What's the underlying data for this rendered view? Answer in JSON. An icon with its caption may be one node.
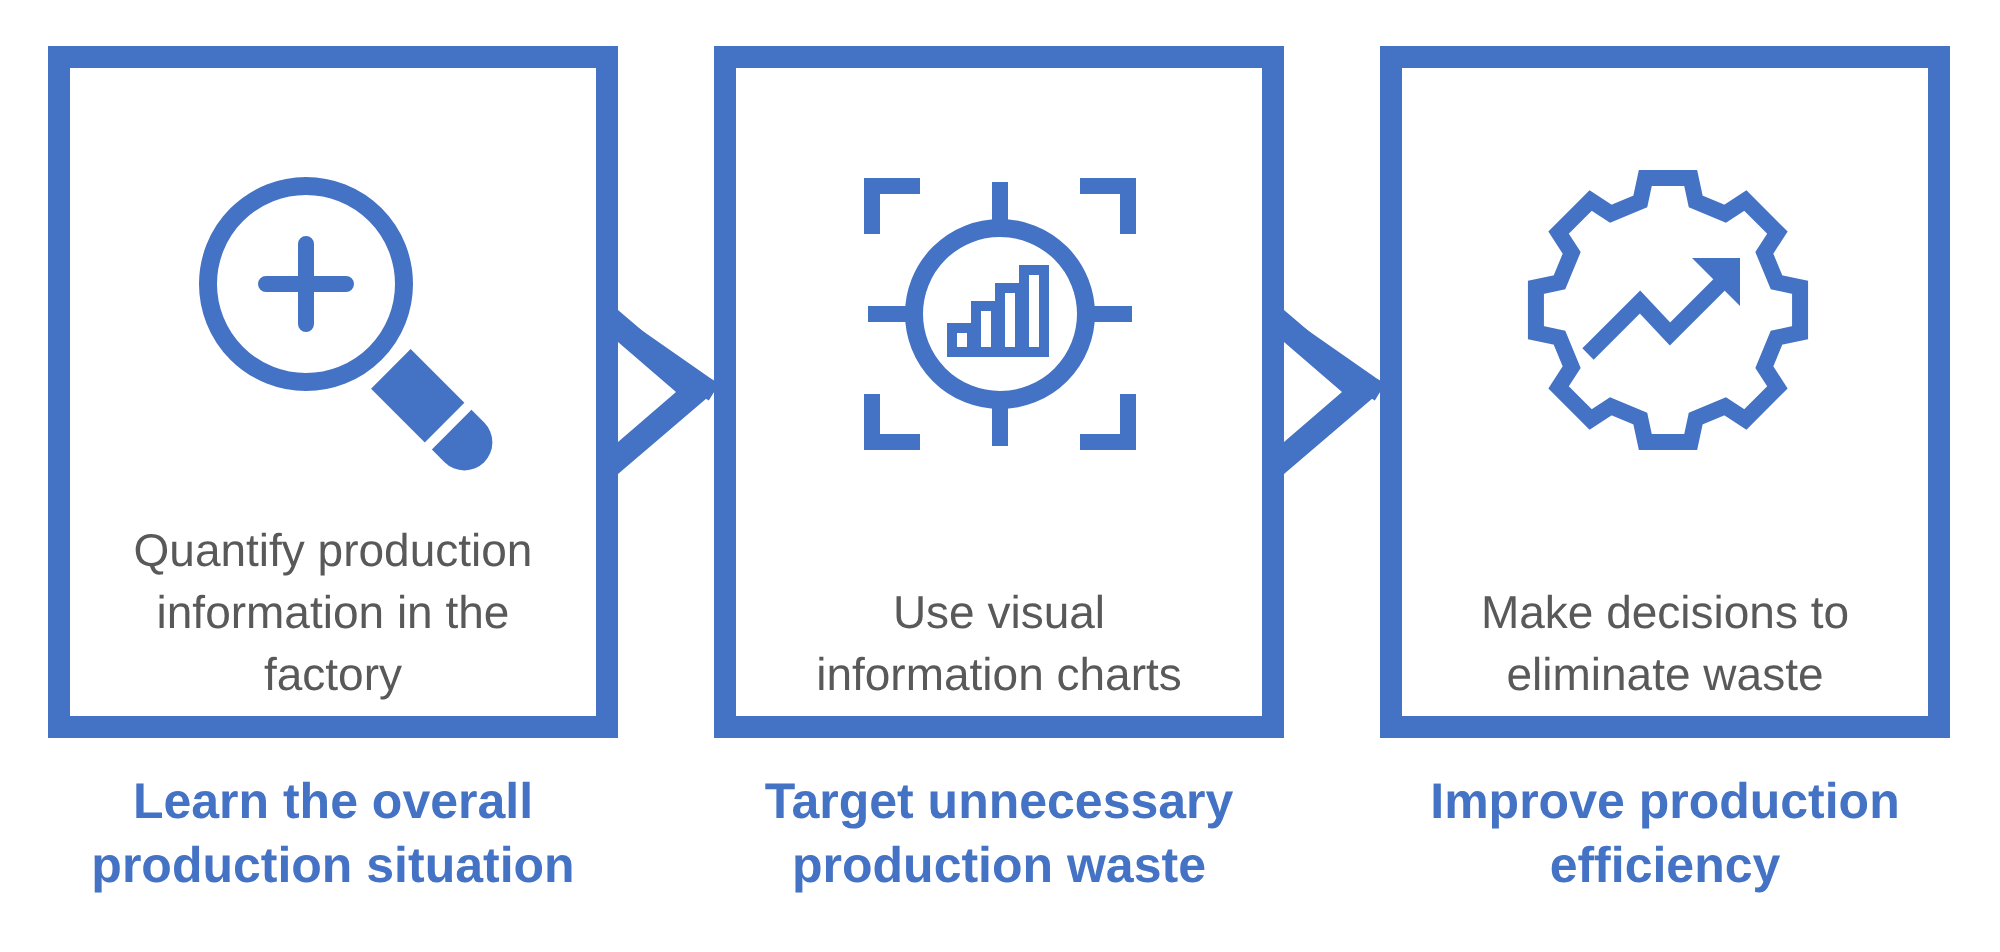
{
  "diagram": {
    "nodes": [
      {
        "text": [
          "Quantify production information in the factory",
          "Learn the overall production situation"
        ]
      },
      {
        "text": [
          "Use visual information charts",
          "Target unnecessary production waste"
        ]
      },
      {
        "text": [
          "Make decisions to eliminate waste",
          "Improve production efficiency"
        ]
      }
    ],
    "edges": [
      {
        "from": 0,
        "to": 1,
        "arrow": "to"
      },
      {
        "from": 1,
        "to": 2,
        "arrow": "to"
      }
    ]
  }
}
